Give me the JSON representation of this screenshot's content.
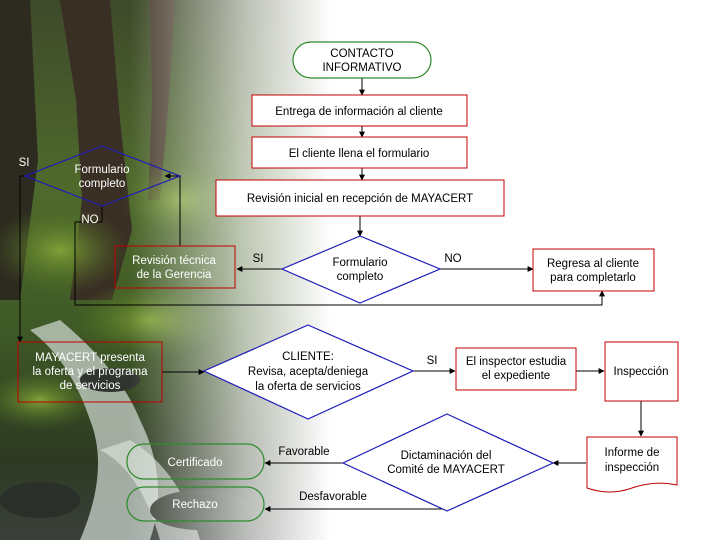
{
  "colors": {
    "box_border": "#c00000",
    "decision_border": "#1c1cb8",
    "terminal_border": "#2e8b2e",
    "connector": "#000000"
  },
  "flowchart": {
    "start": [
      "CONTACTO",
      "INFORMATIVO"
    ],
    "step_entrega": "Entrega de información al cliente",
    "step_llena": "El cliente llena el formulario",
    "step_revision_inicial": "Revisión inicial en recepción de MAYACERT",
    "decision_formulario": [
      "Formulario",
      "completo"
    ],
    "label_si_1": "SI",
    "label_no_1": "NO",
    "step_regresa": [
      "Regresa al cliente",
      "para completarlo"
    ],
    "step_revision_tecnica": [
      "Revisión técnica",
      "de la Gerencia"
    ],
    "decision_formulario_2": [
      "Formulario",
      "completo"
    ],
    "label_si_2": "SI",
    "label_no_2": "NO",
    "step_oferta": [
      "MAYACERT presenta",
      "la oferta y el programa",
      "de servicios"
    ],
    "decision_cliente": [
      "CLIENTE:",
      "Revisa, acepta/deniega",
      "la oferta de servicios"
    ],
    "label_si_3": "SI",
    "step_inspector": [
      "El inspector estudia",
      "el expediente"
    ],
    "step_inspeccion": "Inspección",
    "doc_informe": [
      "Informe de",
      "inspección"
    ],
    "decision_comite": [
      "Dictaminación del",
      "Comité de MAYACERT"
    ],
    "label_favorable": "Favorable",
    "label_desfavorable": "Desfavorable",
    "end_certificado": "Certificado",
    "end_rechazo": "Rechazo"
  }
}
